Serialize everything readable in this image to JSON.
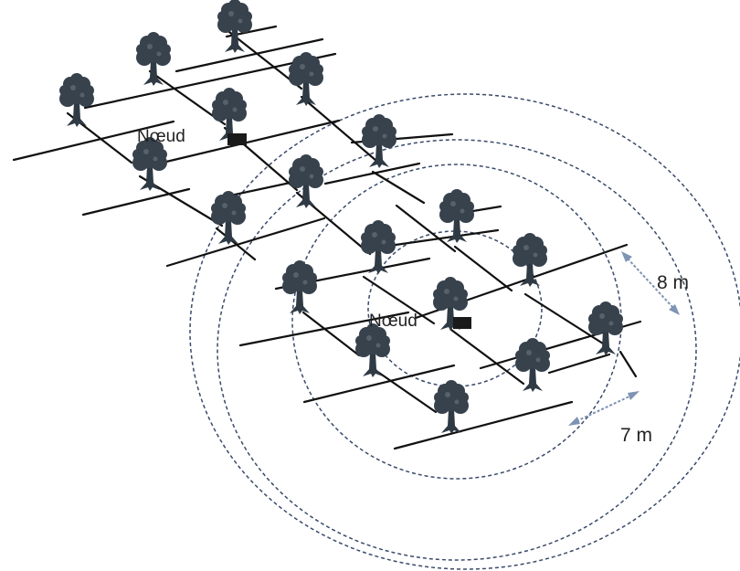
{
  "diagram": {
    "node_labels": [
      "Nœud",
      "Nœud"
    ],
    "distance_labels": [
      "8 m",
      "7 m"
    ]
  },
  "colors": {
    "rings": "#3a4a6a",
    "dimension_arrows": "#7f93b3",
    "trees": "#37424d",
    "lines": "#111111"
  },
  "icons": {
    "tree": "tree-icon",
    "node": "node-marker-icon"
  }
}
